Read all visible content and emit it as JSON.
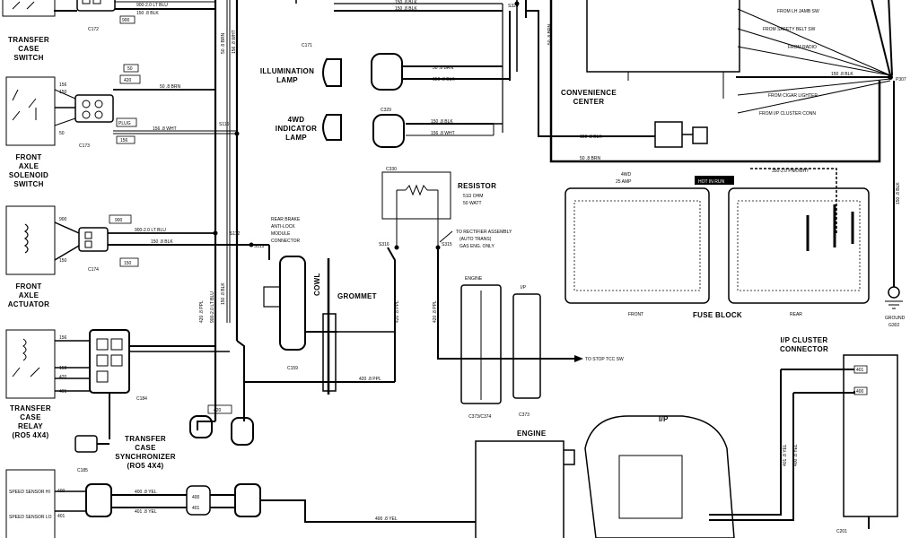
{
  "components": {
    "transfer_case_switch": [
      "TRANSFER",
      "CASE",
      "SWITCH"
    ],
    "front_axle_solenoid_switch": [
      "FRONT",
      "AXLE",
      "SOLENOID",
      "SWITCH"
    ],
    "front_axle_actuator": [
      "FRONT",
      "AXLE",
      "ACTUATOR"
    ],
    "transfer_case_relay": [
      "TRANSFER",
      "CASE",
      "RELAY",
      "(RO5 4X4)"
    ],
    "transfer_case_synchronizer": [
      "TRANSFER",
      "CASE",
      "SYNCHRONIZER",
      "(RO5 4X4)"
    ],
    "speed_sensor_hi": "SPEED SENSOR HI",
    "speed_sensor_lo": "SPEED SENSOR LO",
    "illumination_lamp": [
      "ILLUMINATION",
      "LAMP"
    ],
    "fourwd_indicator_lamp": [
      "4WD",
      "INDICATOR",
      "LAMP"
    ],
    "convenience_center": [
      "CONVENIENCE",
      "CENTER"
    ],
    "resistor": [
      "RESISTOR",
      "51Ω OHM",
      "50 WATT"
    ],
    "rear_brake_module": [
      "REAR BRAKE",
      "ANTI-LOCK",
      "MODULE",
      "CONNECTOR"
    ],
    "cowl": "COWL",
    "grommet": "GROMMET",
    "engine": "ENGINE",
    "ip": "I/P",
    "to_rectifier": [
      "TO RECTIFIER ASSEMBLY",
      "(AUTO TRANS)",
      "GAS ENG. ONLY"
    ],
    "to_stop_tcc": "TO STOP TCC SW",
    "fuse_block": "FUSE BLOCK",
    "fuse_front": "FRONT",
    "fuse_rear": "REAR",
    "hot_in_run": "HOT IN RUN",
    "fuse_4wd": [
      "4WD",
      "25 AMP"
    ],
    "ground": [
      "GROUND",
      "G302"
    ],
    "ip_cluster_connector": [
      "I/P CLUSTER",
      "CONNECTOR"
    ],
    "engine_bottom": "ENGINE",
    "ip_bottom": "I/P"
  },
  "connectors": {
    "c172": "C172",
    "c171": "C171",
    "c173": "C173",
    "c174": "C174",
    "c184": "C184",
    "c185": "C185",
    "c159": "C159",
    "c329": "C329",
    "c330": "C330",
    "c373_374": "C373/C374",
    "c373": "C373",
    "c201": "C201"
  },
  "splices": {
    "s324": "S324",
    "s116": "S116",
    "s112": "S112",
    "s113": "S113",
    "s316": "S316",
    "s315": "S315",
    "p307": "P307"
  },
  "pins": {
    "p50": "50",
    "p420": "420",
    "p900": "900",
    "p150": "150",
    "p156": "156",
    "p401": "401",
    "p400": "400",
    "plug": "PLUG"
  },
  "wires": {
    "w900_ltblu": "900-2.0 LT BLU",
    "w150_blk": "150 .8 BLK",
    "w50_brn": "50 .8 BRN",
    "w156_wht": "156 .8 WHT",
    "w420_ppl": "420 .8 PPL",
    "w401_yel": "401 .8 YEL",
    "w400_yel": "400 .8 YEL",
    "w150_blk_b": "150 .8 BLK",
    "w50_brn_b": "50 .8 BRN",
    "w350_pnkwht": "350-2.0 PNK/WHT",
    "w150_blk_right": "150 .8 BLK",
    "w150_blk_vert": "150 .8 BLK",
    "w_fromradio": "FROM RADIO",
    "w_fromcigar": "FROM CIGAR LIGHTER",
    "w_fromipcluster": "FROM I/P CLUSTER CONN",
    "w_fromsafety": "FROM SAFETY BELT SW",
    "w_fromlhjamb": "FROM LH JAMB SW"
  }
}
